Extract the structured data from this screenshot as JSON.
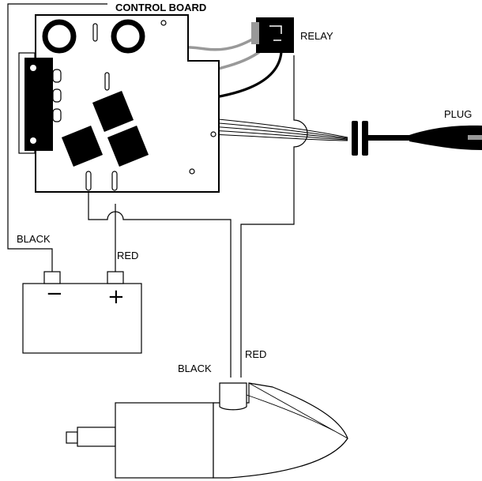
{
  "labels": {
    "control_board": "CONTROL BOARD",
    "relay": "RELAY",
    "plug": "PLUG",
    "battery_black": "BLACK",
    "battery_red": "RED",
    "motor_black": "BLACK",
    "motor_red": "RED"
  },
  "battery": {
    "negative_sign": "−",
    "positive_sign": "+"
  },
  "colors": {
    "outline": "#000000",
    "gray_wire": "#999999",
    "fill": "#ffffff"
  }
}
